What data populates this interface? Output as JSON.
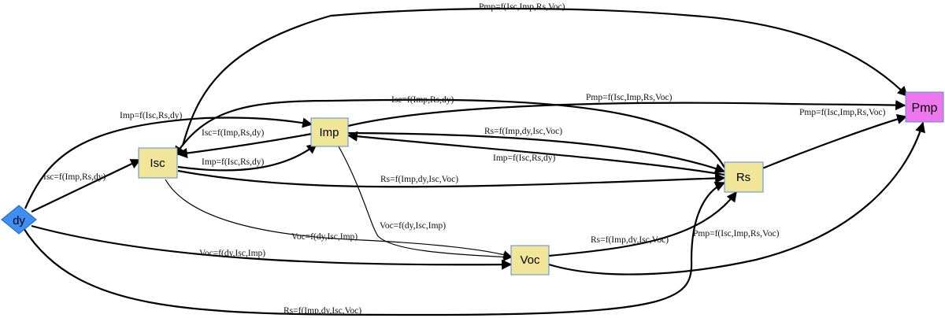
{
  "diagram": {
    "nodes": {
      "dy": {
        "label": "dy",
        "shape": "diamond",
        "fill": "#3d8ff5"
      },
      "isc": {
        "label": "Isc",
        "shape": "box",
        "fill": "#f0e599"
      },
      "imp": {
        "label": "Imp",
        "shape": "box",
        "fill": "#f0e599"
      },
      "rs": {
        "label": "Rs",
        "shape": "box",
        "fill": "#f0e599"
      },
      "voc": {
        "label": "Voc",
        "shape": "box",
        "fill": "#f0e599"
      },
      "pmp": {
        "label": "Pmp",
        "shape": "box",
        "fill": "#ee77ee"
      }
    },
    "edges": [
      {
        "id": "dy-isc",
        "from": "dy",
        "to": "isc",
        "label": "Isc=f(Imp,Rs,dy)"
      },
      {
        "id": "dy-imp",
        "from": "dy",
        "to": "imp",
        "label": "Imp=f(Isc,Rs,dy)"
      },
      {
        "id": "dy-voc",
        "from": "dy",
        "to": "voc",
        "label": "Voc=f(dy,Isc,Imp)"
      },
      {
        "id": "dy-rs",
        "from": "dy",
        "to": "rs",
        "label": "Rs=f(Imp,dy,Isc,Voc)"
      },
      {
        "id": "isc-pmp",
        "from": "isc",
        "to": "pmp",
        "label": "Pmp=f(Isc,Imp,Rs,Voc)"
      },
      {
        "id": "imp-isc",
        "from": "imp",
        "to": "isc",
        "label": "Isc=f(Imp,Rs,dy)"
      },
      {
        "id": "isc-imp",
        "from": "isc",
        "to": "imp",
        "label": "Imp=f(Isc,Rs,dy)"
      },
      {
        "id": "rs-isc",
        "from": "rs",
        "to": "isc",
        "label": "Isc=f(Imp,Rs,dy)"
      },
      {
        "id": "isc-rs",
        "from": "isc",
        "to": "rs",
        "label": "Rs=f(Imp,dy,Isc,Voc)"
      },
      {
        "id": "isc-voc",
        "from": "isc",
        "to": "voc",
        "label": "Voc=f(dy,Isc,Imp)"
      },
      {
        "id": "imp-pmp",
        "from": "imp",
        "to": "pmp",
        "label": "Pmp=f(Isc,Imp,Rs,Voc)"
      },
      {
        "id": "imp-rs",
        "from": "imp",
        "to": "rs",
        "label": "Rs=f(Imp,dy,Isc,Voc)"
      },
      {
        "id": "rs-imp",
        "from": "rs",
        "to": "imp",
        "label": "Imp=f(Isc,Rs,dy)"
      },
      {
        "id": "imp-voc",
        "from": "imp",
        "to": "voc",
        "label": "Voc=f(dy,Isc,Imp)"
      },
      {
        "id": "voc-rs",
        "from": "voc",
        "to": "rs",
        "label": "Rs=f(Imp,dy,Isc,Voc)"
      },
      {
        "id": "rs-pmp",
        "from": "rs",
        "to": "pmp",
        "label": "Pmp=f(Isc,Imp,Rs,Voc)"
      },
      {
        "id": "voc-pmp",
        "from": "voc",
        "to": "pmp",
        "label": "Pmp=f(Isc,Imp,Rs,Voc)"
      }
    ]
  }
}
